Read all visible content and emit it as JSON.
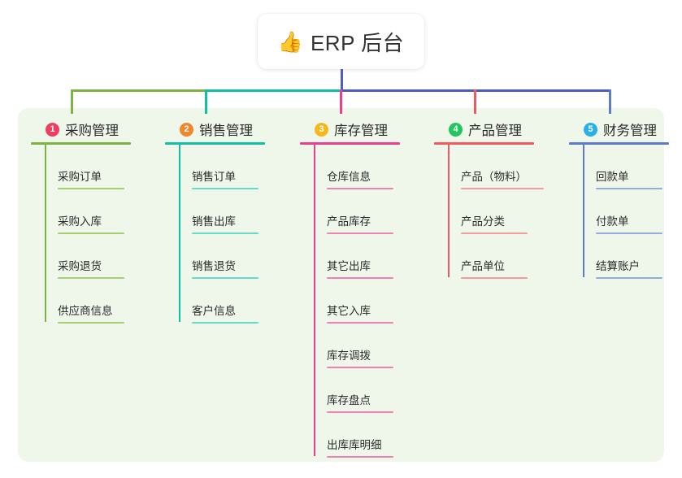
{
  "root": {
    "emoji": "👍",
    "emoji_name": "thumbs-up-icon",
    "title": "ERP 后台"
  },
  "theme": {
    "panel_bg": "#EFF7EA",
    "card_bg": "#FFFFFF",
    "text": "#2B2B2B",
    "root_stem": "#4F5BC4"
  },
  "connector": {
    "stem_color": "#4F5BC4",
    "segments": [
      {
        "name": "segment-green",
        "color": "#7CB342"
      },
      {
        "name": "segment-teal",
        "color": "#12BFA6"
      },
      {
        "name": "segment-blue",
        "color": "#4F5BC4"
      }
    ]
  },
  "columns": [
    {
      "number": "1",
      "title": "采购管理",
      "badge_color": "#F23D5E",
      "line_color": "#7CB342",
      "leaf_line_color": "#A5CF73",
      "items": [
        {
          "label": "采购订单"
        },
        {
          "label": "采购入库"
        },
        {
          "label": "采购退货"
        },
        {
          "label": "供应商信息"
        }
      ]
    },
    {
      "number": "2",
      "title": "销售管理",
      "badge_color": "#F2862B",
      "line_color": "#12BFA6",
      "leaf_line_color": "#67D9C9",
      "items": [
        {
          "label": "销售订单"
        },
        {
          "label": "销售出库"
        },
        {
          "label": "销售退货"
        },
        {
          "label": "客户信息"
        }
      ]
    },
    {
      "number": "3",
      "title": "库存管理",
      "badge_color": "#F5B71C",
      "line_color": "#E8408F",
      "leaf_line_color": "#EF82B5",
      "items": [
        {
          "label": "仓库信息"
        },
        {
          "label": "产品库存"
        },
        {
          "label": "其它出库"
        },
        {
          "label": "其它入库"
        },
        {
          "label": "库存调拨"
        },
        {
          "label": "库存盘点"
        },
        {
          "label": "出库库明细"
        }
      ]
    },
    {
      "number": "4",
      "title": "产品管理",
      "badge_color": "#22C55E",
      "line_color": "#F4585C",
      "leaf_line_color": "#F79A9C",
      "items": [
        {
          "label": "产品（物料）"
        },
        {
          "label": "产品分类"
        },
        {
          "label": "产品单位"
        }
      ]
    },
    {
      "number": "5",
      "title": "财务管理",
      "badge_color": "#29B0E8",
      "line_color": "#5C7CCB",
      "leaf_line_color": "#92ACDD",
      "items": [
        {
          "label": "回款单"
        },
        {
          "label": "付款单"
        },
        {
          "label": "结算账户"
        }
      ]
    }
  ]
}
